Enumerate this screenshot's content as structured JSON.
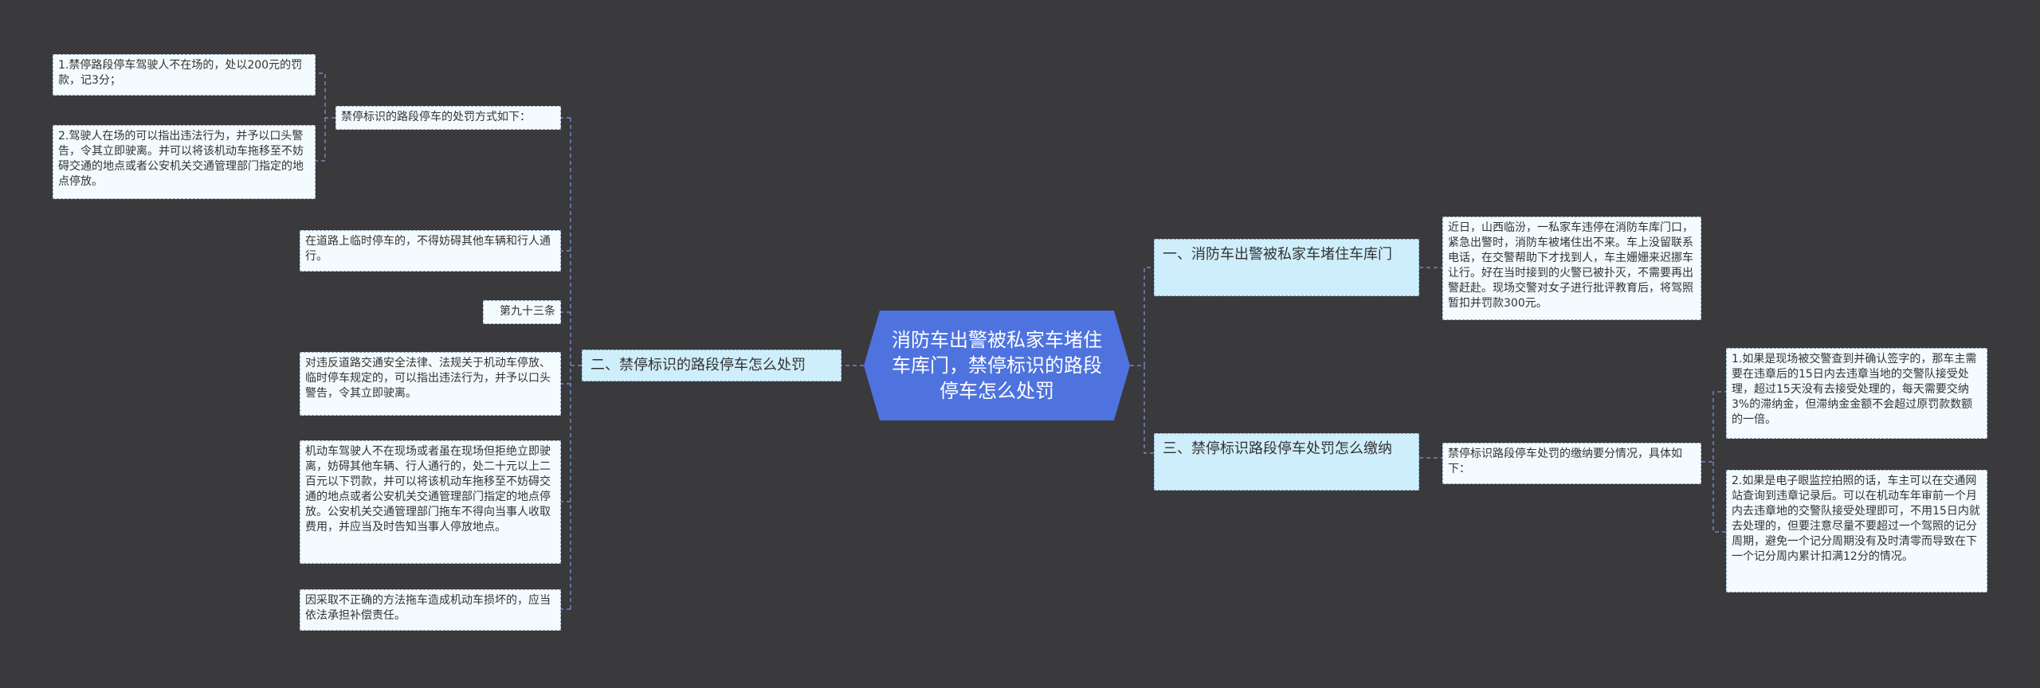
{
  "title": "消防车出警被私家车堵住车库门，禁停标识的路段停车怎么处罚",
  "branches": {
    "b1": "一、消防车出警被私家车堵住车库门",
    "b2": "二、禁停标识的路段停车怎么处罚",
    "b3": "三、禁停标识路段停车处罚怎么缴纳"
  },
  "b1_leaves": {
    "news": "近日，山西临汾，一私家车违停在消防车库门口，紧急出警时，消防车被堵住出不来。车上没留联系电话，在交警帮助下才找到人，车主姗姗来迟挪车让行。好在当时接到的火警已被扑灭，不需要再出警赶赴。现场交警对女子进行批评教育后，将驾照暂扣并罚款300元。"
  },
  "b2_leaves": {
    "methods_heading": "禁停标识的路段停车的处罚方式如下：",
    "method_1": "1.禁停路段停车驾驶人不在场的，处以200元的罚款，记3分；",
    "method_2": "2.驾驶人在场的可以指出违法行为，并予以口头警告，令其立即驶离。并可以将该机动车拖移至不妨碍交通的地点或者公安机关交通管理部门指定的地点停放。",
    "temp_parking": "在道路上临时停车的，不得妨碍其他车辆和行人通行。",
    "article": "第九十三条",
    "violation": "对违反道路交通安全法律、法规关于机动车停放、临时停车规定的，可以指出违法行为，并予以口头警告，令其立即驶离。",
    "absent_driver": "机动车驾驶人不在现场或者虽在现场但拒绝立即驶离，妨碍其他车辆、行人通行的，处二十元以上二百元以下罚款，并可以将该机动车拖移至不妨碍交通的地点或者公安机关交通管理部门指定的地点停放。公安机关交通管理部门拖车不得向当事人收取费用，并应当及时告知当事人停放地点。",
    "damage": "因采取不正确的方法拖车造成机动车损坏的，应当依法承担补偿责任。"
  },
  "b3_leaves": {
    "payment_heading": "禁停标识路段停车处罚的缴纳要分情况，具体如下：",
    "case_1": "1.如果是现场被交警查到并确认签字的，那车主需要在违章后的15日内去违章当地的交警队接受处理，超过15天没有去接受处理的，每天需要交纳3%的滞纳金，但滞纳金金额不会超过原罚款数额的一倍。",
    "case_2": "2.如果是电子眼监控拍照的话，车主可以在交通网站查询到违章记录后。可以在机动车年审前一个月内去违章地的交警队接受处理即可，不用15日内就去处理的，但要注意尽量不要超过一个驾照的记分周期，避免一个记分周期没有及时清零而导致在下一个记分周内累计扣满12分的情况。"
  },
  "colors": {
    "background": "#3a393b",
    "center_fill": "#4e73df",
    "branch_fill": "#cfeefb",
    "leaf_fill": "#f3fbff",
    "connector": "#6f86c8"
  }
}
